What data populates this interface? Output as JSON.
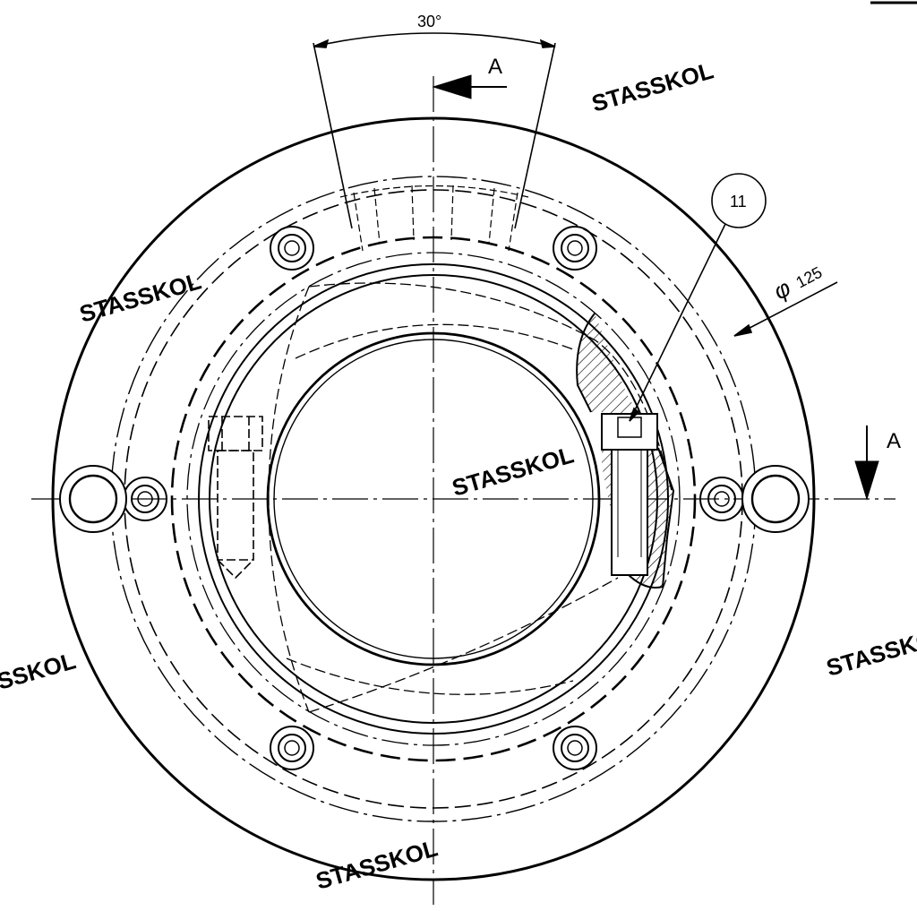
{
  "drawing": {
    "angle_label": "30°",
    "section_label": "A",
    "diameter_symbol": "φ",
    "diameter_value": "125",
    "balloon_label": "11",
    "watermark_text": "STASSKOL",
    "watermark_text_partial_left": "SSKOL"
  },
  "colors": {
    "line": "#000000",
    "background": "#ffffff"
  }
}
